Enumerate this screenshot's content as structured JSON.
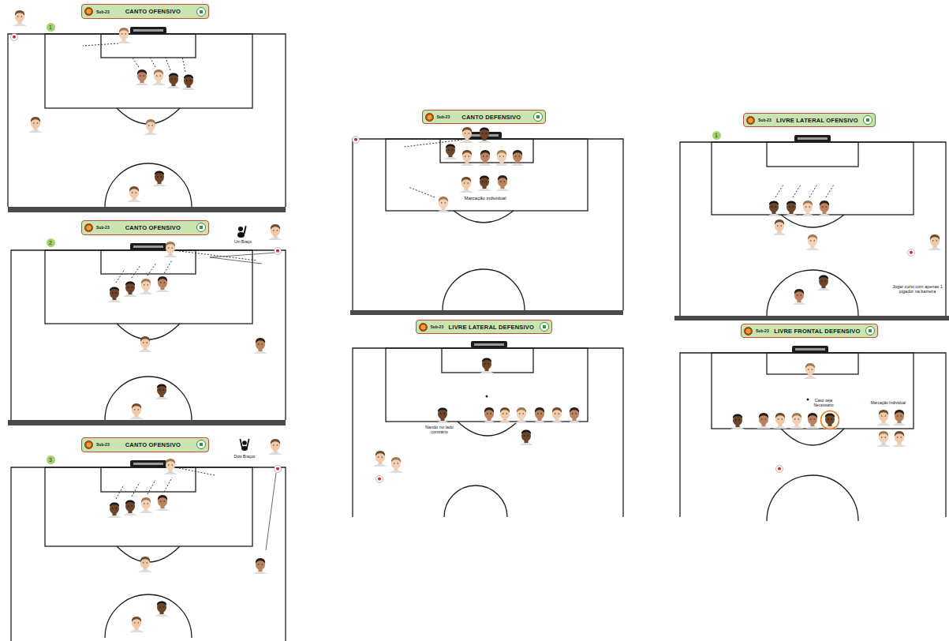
{
  "diagram": {
    "nodes": [
      {
        "text": [
          "Sub-23",
          "CANTO OFENSIVO"
        ]
      },
      {
        "text": [
          "1"
        ]
      },
      {
        "text": [
          "Sub-23",
          "CANTO OFENSIVO"
        ]
      },
      {
        "text": [
          "2"
        ]
      },
      {
        "text": [
          "Sub-23",
          "CANTO OFENSIVO"
        ]
      },
      {
        "text": [
          "3"
        ]
      },
      {
        "text": [
          "Sub-23",
          "CANTO DEFENSIVO"
        ]
      },
      {
        "text": [
          "Sub-23",
          "LIVRE LATERAL DEFENSIVO"
        ]
      },
      {
        "text": [
          "Sub-23",
          "LIVRE LATERAL OFENSIVO"
        ]
      },
      {
        "text": [
          "1"
        ]
      },
      {
        "text": [
          "Sub-23",
          "LIVRE FRONTAL DEFENSIVO"
        ]
      }
    ],
    "labels": [
      "Um Braço",
      "Dois Braços",
      "Marcação individual",
      "Nando no lado contrário",
      "Jogar curto com apenas 1 jogador na barreira",
      "Caso seja Necessário",
      "Marcação Individual"
    ]
  }
}
